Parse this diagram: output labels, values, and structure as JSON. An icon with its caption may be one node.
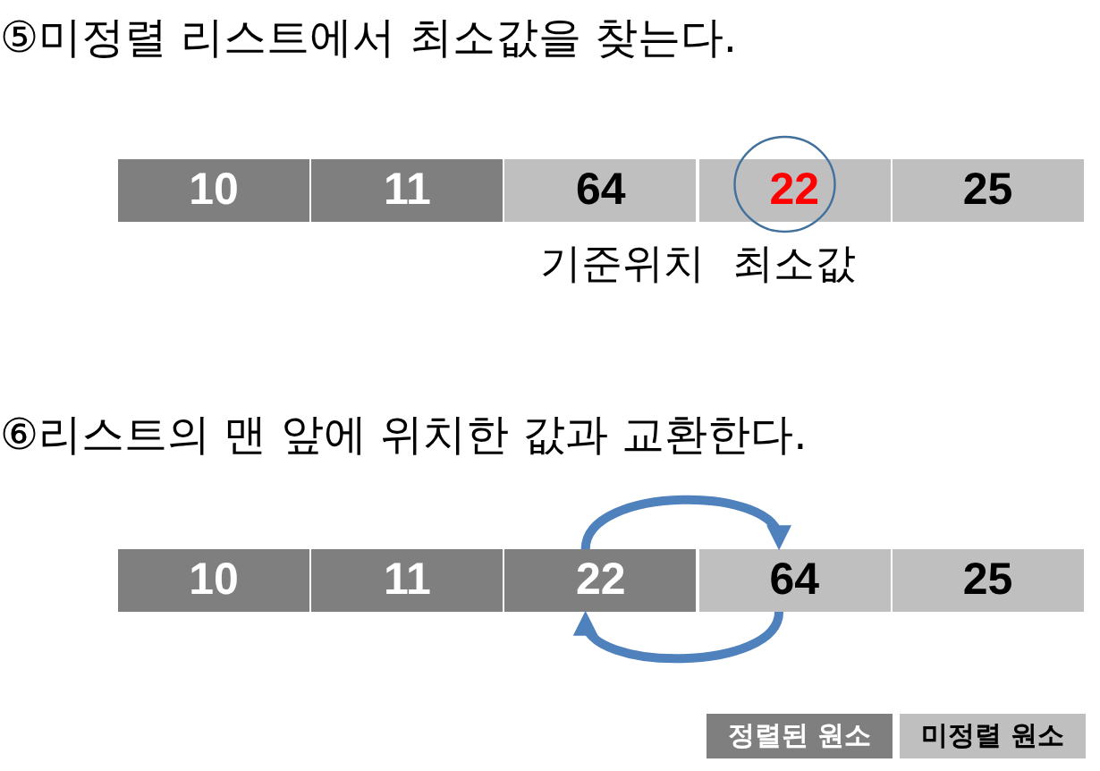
{
  "diagram": {
    "nodes": [
      {
        "text": [
          "10"
        ]
      },
      {
        "text": [
          "11"
        ]
      },
      {
        "text": [
          "64"
        ],
        "beside": [
          "기준위치"
        ]
      },
      {
        "text": [
          "22"
        ],
        "beside": [
          "최소값"
        ]
      },
      {
        "text": [
          "25"
        ]
      },
      {
        "text": [
          "10"
        ]
      },
      {
        "text": [
          "11"
        ]
      },
      {
        "text": [
          "22"
        ]
      },
      {
        "text": [
          "64"
        ]
      },
      {
        "text": [
          "25"
        ]
      }
    ],
    "edges": [
      {
        "from": 7,
        "to": 8,
        "arrow": "to"
      },
      {
        "from": 8,
        "to": 7,
        "arrow": "to"
      }
    ],
    "labels": [
      "⑤미정렬 리스트에서 최소값을 찾는다.",
      "⑥리스트의 맨 앞에 위치한 값과 교환한다."
    ],
    "legend": [
      {
        "text": "정렬된 원소",
        "color": "#7f7f7f"
      },
      {
        "text": "미정렬 원소",
        "color": "#bfbfbf"
      }
    ]
  }
}
